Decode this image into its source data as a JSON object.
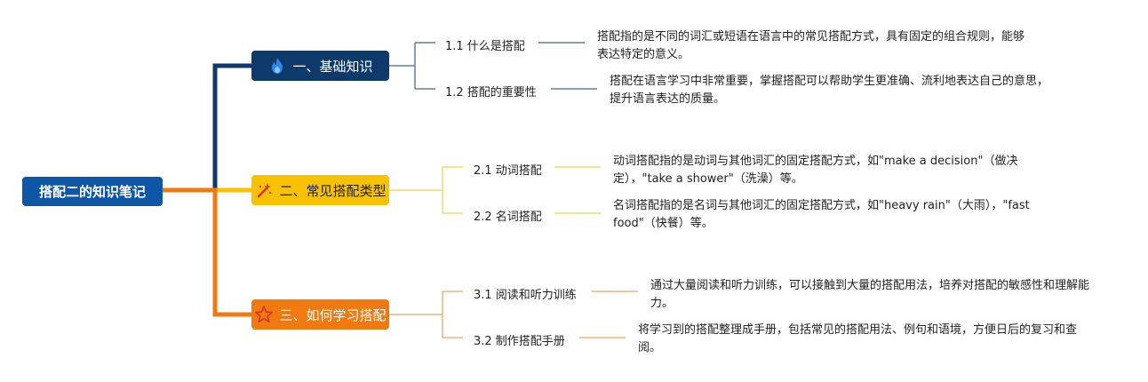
{
  "root": {
    "label": "搭配二的知识笔记"
  },
  "branches": [
    {
      "label": "一、基础知识",
      "icon": "fire-icon",
      "color": "#0d3a6b",
      "items": [
        {
          "label": "1.1 什么是搭配",
          "desc": "搭配指的是不同的词汇或短语在语言中的常见搭配方式，具有固定的组合规则，能够表达特定的意义。"
        },
        {
          "label": "1.2 搭配的重要性",
          "desc": "搭配在语言学习中非常重要，掌握搭配可以帮助学生更准确、流利地表达自己的意思，提升语言表达的质量。"
        }
      ]
    },
    {
      "label": "二、常见搭配类型",
      "icon": "magic-wand-icon",
      "color": "#f9c200",
      "items": [
        {
          "label": "2.1 动词搭配",
          "desc": "动词搭配指的是动词与其他词汇的固定搭配方式，如\"make a decision\"（做决定），\"take a shower\"（洗澡）等。"
        },
        {
          "label": "2.2 名词搭配",
          "desc": "名词搭配指的是名词与其他词汇的固定搭配方式，如\"heavy rain\"（大雨），\"fast food\"（快餐）等。"
        }
      ]
    },
    {
      "label": "三、如何学习搭配",
      "icon": "star-icon",
      "color": "#f07a10",
      "items": [
        {
          "label": "3.1 阅读和听力训练",
          "desc": "通过大量阅读和听力训练，可以接触到大量的搭配用法，培养对搭配的敏感性和理解能力。"
        },
        {
          "label": "3.2 制作搭配手册",
          "desc": "将学习到的搭配整理成手册，包括常见的搭配用法、例句和语境，方便日后的复习和查阅。"
        }
      ]
    }
  ]
}
